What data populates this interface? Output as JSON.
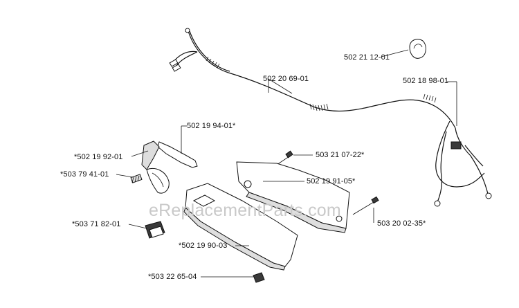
{
  "watermark": "eReplacementParts.com",
  "labels": {
    "p1": "502 21 12-01",
    "p2": "502 20 69-01",
    "p3": "502 18 98-01",
    "p4": "502 19 94-01*",
    "p5": "*502 19 92-01",
    "p6": "503 21 07-22*",
    "p7": "*503 79 41-01",
    "p8": "502 19 91-05*",
    "p9": "503 20 02-35*",
    "p10": "*503 71 82-01",
    "p11": "*502 19 90-03",
    "p12": "*503 22 65-04"
  }
}
